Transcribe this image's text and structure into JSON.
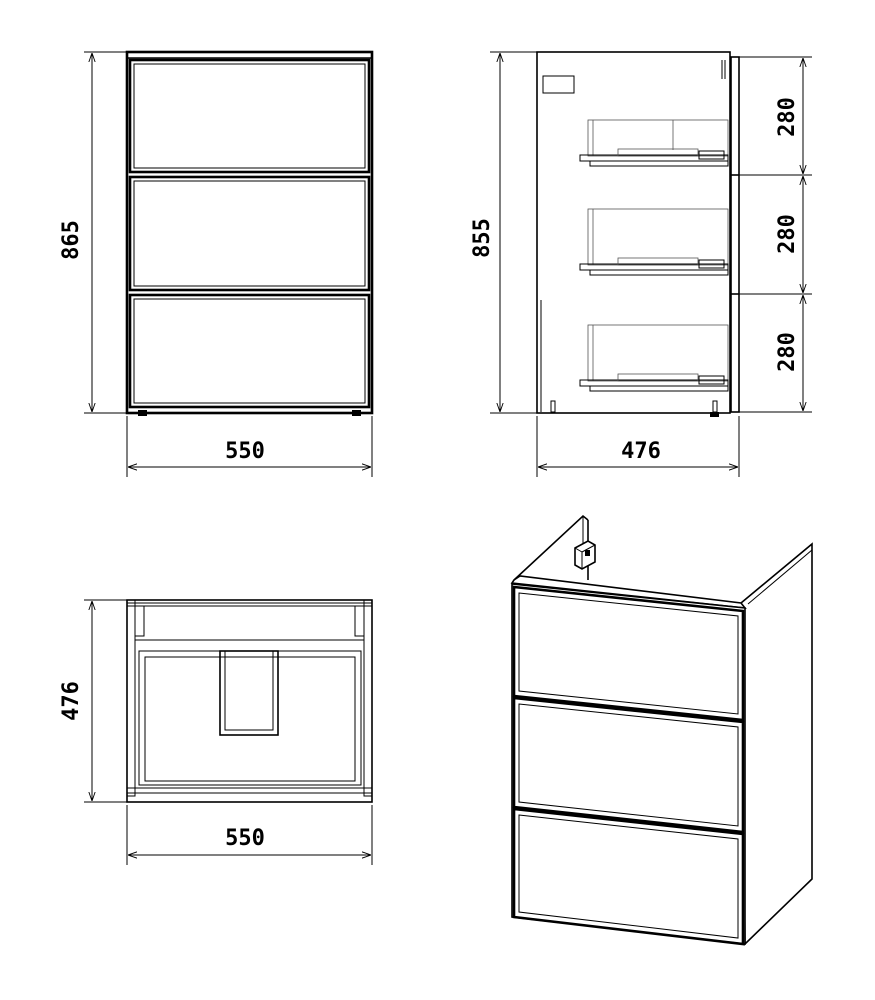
{
  "front_view": {
    "height_label": "865",
    "width_label": "550"
  },
  "side_view": {
    "height_label": "855",
    "depth_label": "476",
    "drawer_labels": [
      "280",
      "280",
      "280"
    ]
  },
  "top_view": {
    "depth_label": "476",
    "width_label": "550"
  },
  "colors": {
    "line": "#000000",
    "background": "#ffffff"
  }
}
